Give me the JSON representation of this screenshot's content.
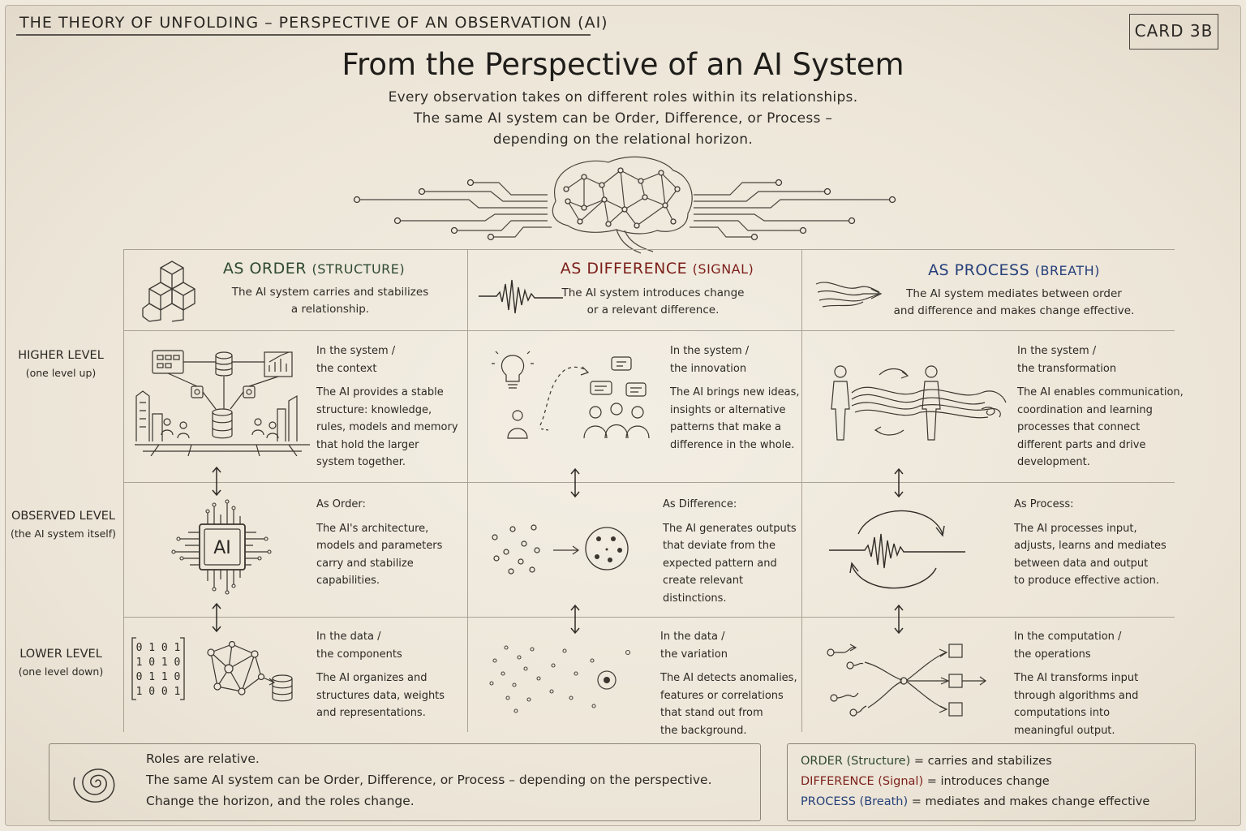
{
  "header": {
    "series_title": "THE THEORY OF UNFOLDING – PERSPECTIVE OF AN OBSERVATION (AI)",
    "card_label": "CARD 3B"
  },
  "title": "From the Perspective of an AI System",
  "subtitle_lines": [
    "Every observation takes on different roles within its relationships.",
    "The same AI system can be Order, Difference, or Process –",
    "depending on the relational horizon."
  ],
  "columns": {
    "order": {
      "title": "AS ORDER",
      "paren": "(STRUCTURE)",
      "desc1": "The AI system carries and stabilizes",
      "desc2": "a relationship.",
      "color": "#2f4a2f"
    },
    "difference": {
      "title": "AS DIFFERENCE",
      "paren": "(SIGNAL)",
      "desc1": "The AI system introduces change",
      "desc2": "or a relevant difference.",
      "color": "#7c1f1a"
    },
    "process": {
      "title": "AS PROCESS",
      "paren": "(BREATH)",
      "desc1": "The AI system mediates between order",
      "desc2": "and difference and makes change effective.",
      "color": "#26407a"
    }
  },
  "rows": {
    "higher": {
      "label": "HIGHER LEVEL",
      "sub": "(one level up)"
    },
    "observed": {
      "label": "OBSERVED LEVEL",
      "sub": "(the AI system itself)"
    },
    "lower": {
      "label": "LOWER LEVEL",
      "sub": "(one level down)"
    }
  },
  "cells": {
    "order_higher": {
      "head": [
        "In the system /",
        "the context"
      ],
      "body": [
        "The AI provides a stable",
        "structure: knowledge,",
        "rules, models and memory",
        "that hold the larger",
        "system together."
      ]
    },
    "diff_higher": {
      "head": [
        "In the system /",
        "the innovation"
      ],
      "body": [
        "The AI brings new ideas,",
        "insights or alternative",
        "patterns that make a",
        "difference in the whole."
      ]
    },
    "proc_higher": {
      "head": [
        "In the system /",
        "the transformation"
      ],
      "body": [
        "The AI enables communication,",
        "coordination and learning",
        "processes that connect",
        "different parts and drive",
        "development."
      ]
    },
    "order_observed": {
      "head": [
        "As Order:"
      ],
      "body": [
        "The AI's architecture,",
        "models and parameters",
        "carry and stabilize",
        "capabilities."
      ]
    },
    "diff_observed": {
      "head": [
        "As Difference:"
      ],
      "body": [
        "The AI generates outputs",
        "that deviate from the",
        "expected pattern and",
        "create relevant distinctions."
      ]
    },
    "proc_observed": {
      "head": [
        "As Process:"
      ],
      "body": [
        "The AI processes input,",
        "adjusts, learns and mediates",
        "between data and output",
        "to produce effective action."
      ]
    },
    "order_lower": {
      "head": [
        "In the data /",
        "the components"
      ],
      "body": [
        "The AI organizes and",
        "structures data, weights",
        "and representations."
      ]
    },
    "diff_lower": {
      "head": [
        "In the data /",
        "the variation"
      ],
      "body": [
        "The AI detects anomalies,",
        "features or correlations",
        "that stand out from",
        "the background."
      ]
    },
    "proc_lower": {
      "head": [
        "In the computation /",
        "the operations"
      ],
      "body": [
        "The AI transforms input",
        "through algorithms and",
        "computations into",
        "meaningful output."
      ]
    }
  },
  "icons": {
    "chip_label": "AI",
    "binary": [
      "0 1 0 1",
      "1 0 1 0",
      "0 1 1 0",
      "1 0 0 1"
    ]
  },
  "footer": {
    "lines": [
      "Roles are relative.",
      "The same AI system can be Order, Difference, or Process – depending on the perspective.",
      "Change the horizon, and the roles change."
    ]
  },
  "legend": {
    "order_term": "ORDER (Structure)",
    "order_def": " = carries and stabilizes",
    "diff_term": "DIFFERENCE (Signal)",
    "diff_def": " = introduces change",
    "proc_term": "PROCESS (Breath)",
    "proc_def": " = mediates and makes change effective"
  }
}
